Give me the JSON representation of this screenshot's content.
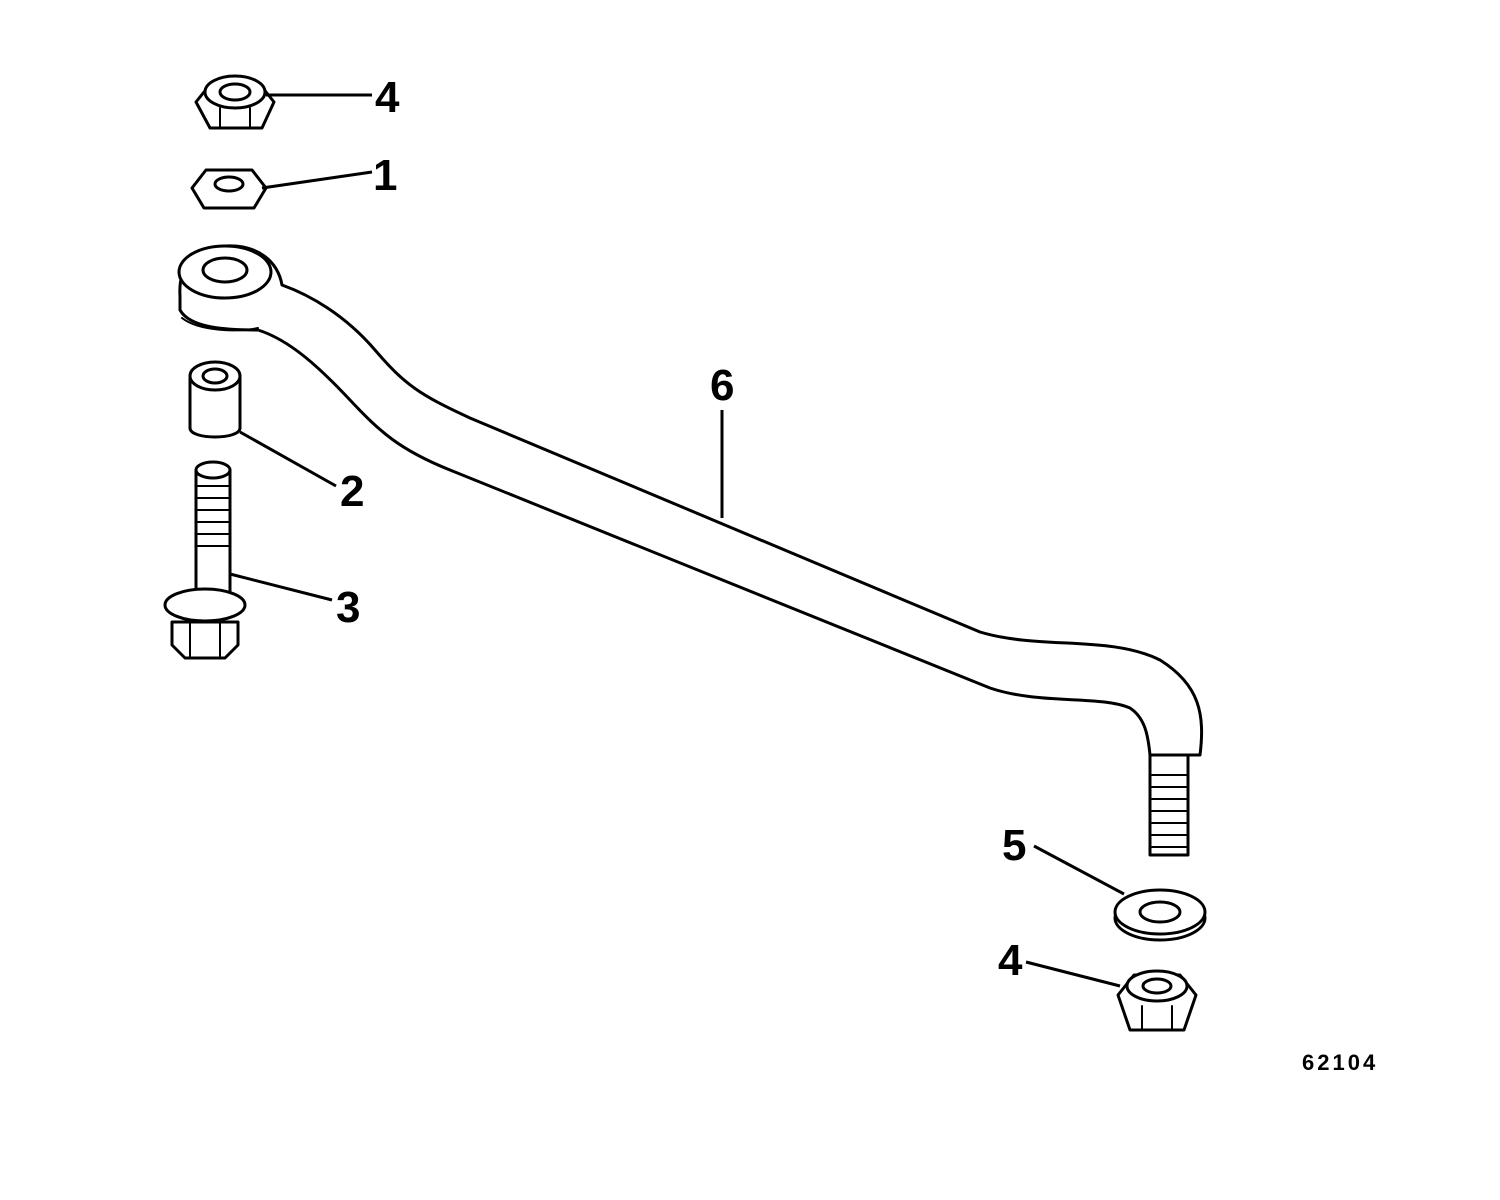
{
  "diagram": {
    "callouts": {
      "nut_top": "4",
      "washer_top": "1",
      "spacer": "2",
      "bolt": "3",
      "link_rod": "6",
      "washer_bottom": "5",
      "nut_bottom": "4"
    },
    "figure_number": "62104"
  }
}
